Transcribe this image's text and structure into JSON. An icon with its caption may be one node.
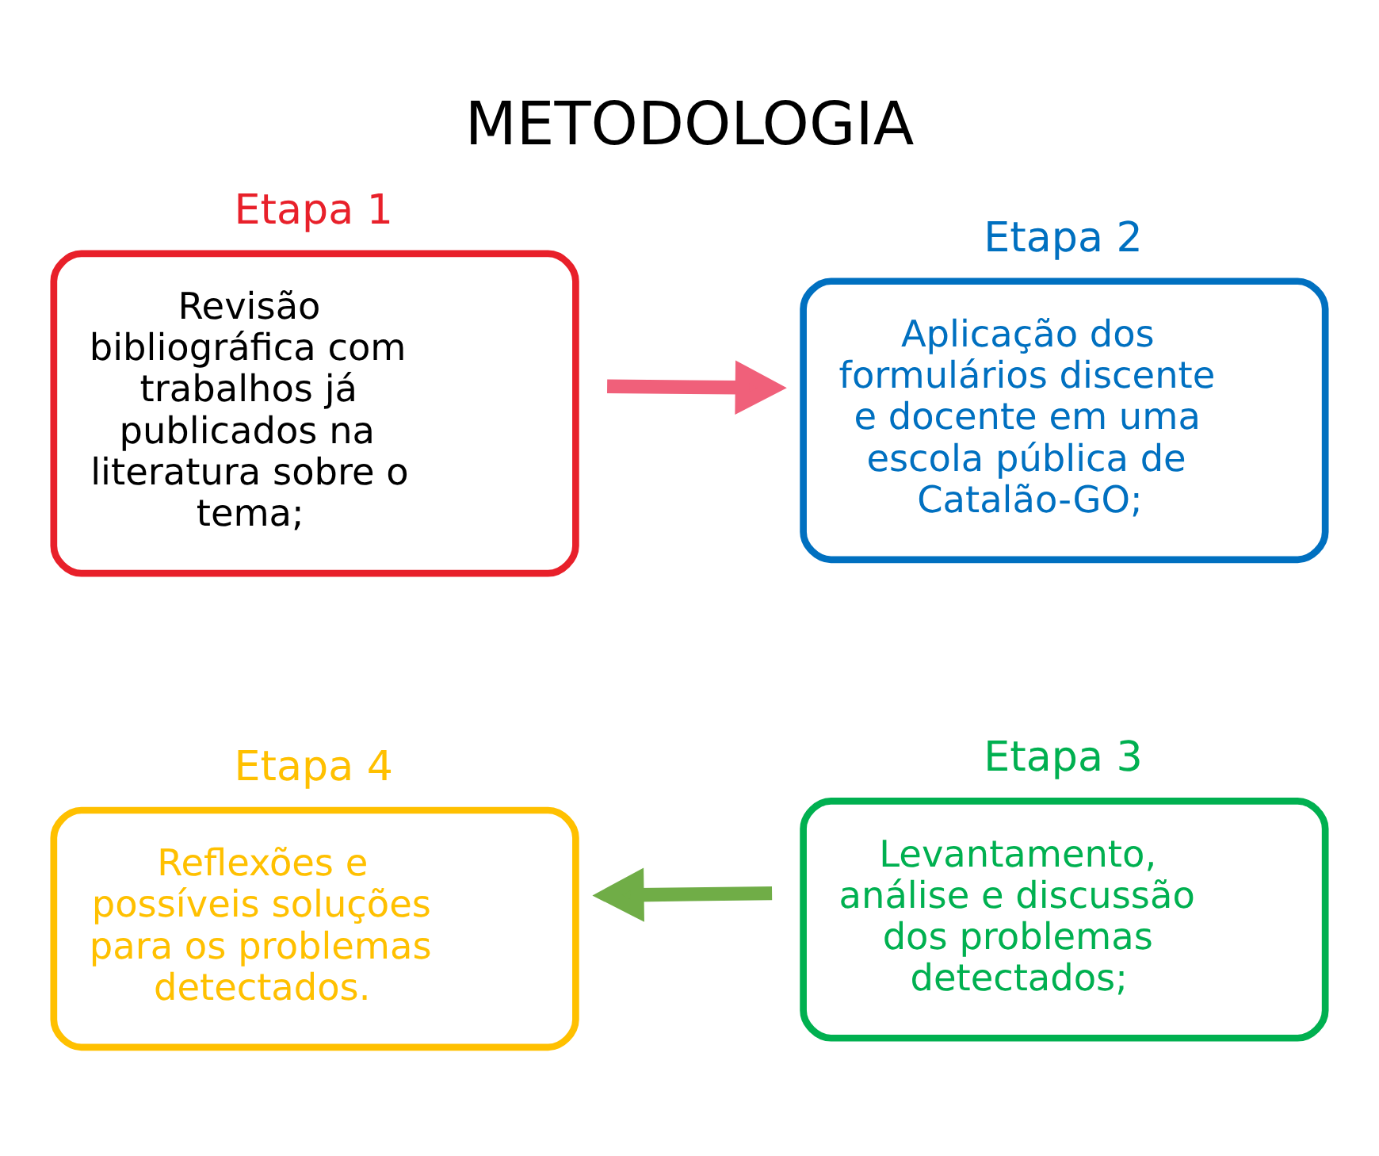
{
  "diagram": {
    "title": "METODOLOGIA",
    "nodes": [
      {
        "text": [
          "Etapa 1",
          "Revisão bibliográfica com trabalhos já publicados na literatura sobre o tema;"
        ]
      },
      {
        "text": [
          "Etapa 2",
          "Aplicação dos formulários discente e docente em uma escola pública de Catalão-GO;"
        ]
      },
      {
        "text": [
          "Etapa 4",
          "Reflexões e possíveis soluções para os problemas detectados."
        ]
      },
      {
        "text": [
          "Etapa 3",
          "Levantamento, análise e discussão dos problemas detectados;"
        ]
      }
    ],
    "edges": [
      {
        "from": 0,
        "to": 1,
        "arrow": "to",
        "color": "#f0607a"
      },
      {
        "from": 3,
        "to": 2,
        "arrow": "to",
        "color": "#70ad47"
      }
    ]
  }
}
